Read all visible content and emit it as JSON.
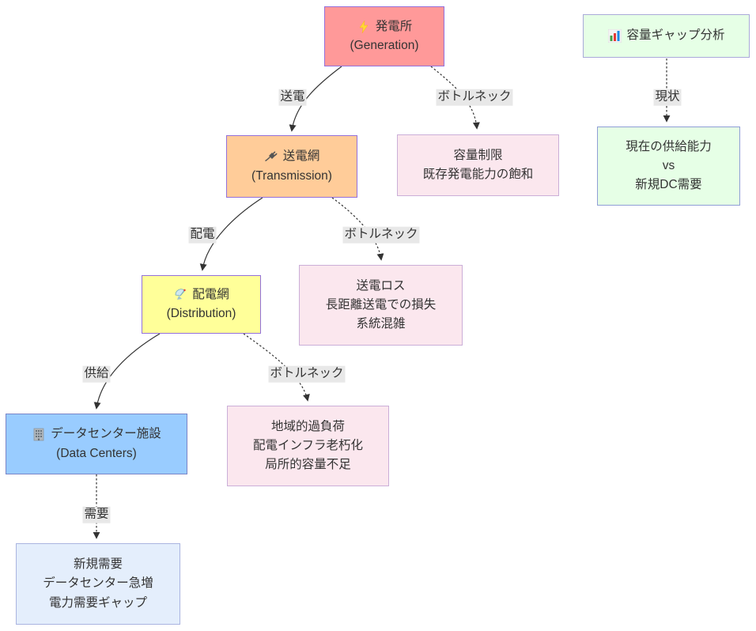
{
  "diagram": {
    "nodes": {
      "generation": {
        "icon": "lightning-icon",
        "title": "発電所",
        "subtitle": "(Generation)"
      },
      "analysis": {
        "icon": "bar-chart-icon",
        "title": "容量ギャップ分析"
      },
      "transmission": {
        "icon": "plug-icon",
        "title": "送電網",
        "subtitle": "(Transmission)"
      },
      "capacity_limit": {
        "lines": [
          "容量制限",
          "既存発電能力の飽和"
        ]
      },
      "supply_vs_demand": {
        "lines": [
          "現在の供給能力",
          "vs",
          "新規DC需要"
        ]
      },
      "distribution": {
        "icon": "satellite-icon",
        "title": "配電網",
        "subtitle": "(Distribution)"
      },
      "transmission_loss": {
        "lines": [
          "送電ロス",
          "長距離送電での損失",
          "系統混雑"
        ]
      },
      "datacenter": {
        "icon": "building-icon",
        "title": "データセンター施設",
        "subtitle": "(Data Centers)"
      },
      "regional_overload": {
        "lines": [
          "地域的過負荷",
          "配電インフラ老朽化",
          "局所的容量不足"
        ]
      },
      "new_demand": {
        "lines": [
          "新規需要",
          "データセンター急増",
          "電力需要ギャップ"
        ]
      }
    },
    "edges": {
      "generation_to_transmission": {
        "label": "送電",
        "style": "solid"
      },
      "generation_to_capacity_limit": {
        "label": "ボトルネック",
        "style": "dotted"
      },
      "analysis_to_supply_vs_demand": {
        "label": "現状",
        "style": "dotted"
      },
      "transmission_to_distribution": {
        "label": "配電",
        "style": "solid"
      },
      "transmission_to_transmission_loss": {
        "label": "ボトルネック",
        "style": "dotted"
      },
      "distribution_to_datacenter": {
        "label": "供給",
        "style": "solid"
      },
      "distribution_to_regional_overload": {
        "label": "ボトルネック",
        "style": "dotted"
      },
      "datacenter_to_new_demand": {
        "label": "需要",
        "style": "dotted"
      }
    },
    "colors": {
      "generation_fill": "#ff9999",
      "transmission_fill": "#ffcc99",
      "distribution_fill": "#ffff99",
      "datacenter_fill": "#99ccff",
      "bottleneck_fill": "#fbe7ee",
      "analysis_fill": "#e6ffe6",
      "new_demand_fill": "#e4eefc",
      "node_border": "#9370db",
      "edge_label_bg": "#e8e8e8",
      "edge_line": "#333333",
      "text": "#333333"
    }
  }
}
